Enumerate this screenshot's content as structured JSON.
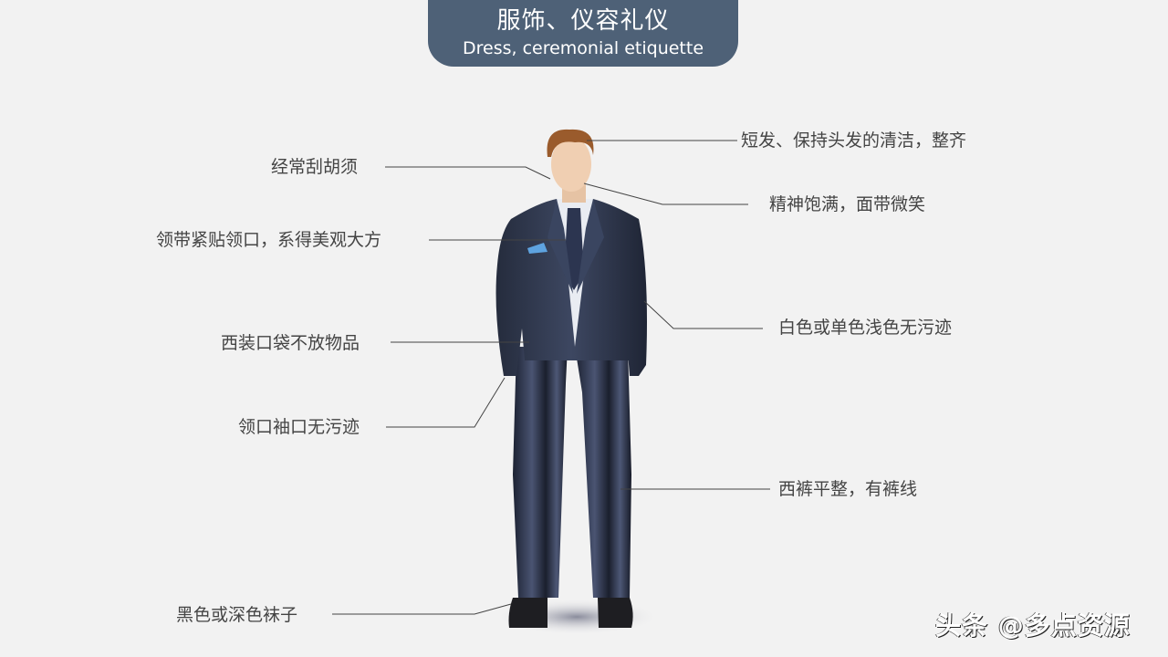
{
  "title": {
    "zh": "服饰、仪容礼仪",
    "en": "Dress, ceremonial etiquette"
  },
  "labels_left": [
    {
      "id": "shave",
      "text": "经常刮胡须"
    },
    {
      "id": "tie",
      "text": "领带紧贴领口，系得美观大方"
    },
    {
      "id": "pocket",
      "text": "西装口袋不放物品"
    },
    {
      "id": "cuff",
      "text": "领口袖口无污迹"
    },
    {
      "id": "socks",
      "text": "黑色或深色袜子"
    }
  ],
  "labels_right": [
    {
      "id": "hair",
      "text": "短发、保持头发的清洁，整齐"
    },
    {
      "id": "spirit",
      "text": "精神饱满，面带微笑"
    },
    {
      "id": "shirt",
      "text": "白色或单色浅色无污迹"
    },
    {
      "id": "trousers",
      "text": "西裤平整，有裤线"
    }
  ],
  "watermark": "头条 @多点资源",
  "colors": {
    "banner": "#4e6177",
    "background": "#f2f2f2",
    "suit": "#2b3447",
    "line": "#444444"
  }
}
